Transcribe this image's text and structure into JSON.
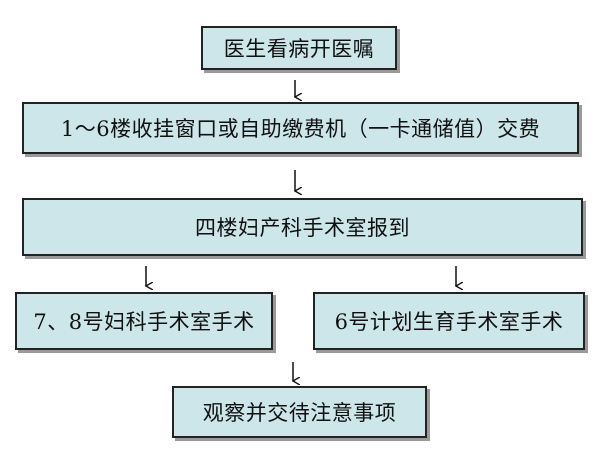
{
  "flowchart": {
    "steps": {
      "doctor_orders": "医生看病开医嘱",
      "payment": "1～6楼收挂窗口或自助缴费机（一卡通储值）交费",
      "checkin": "四楼妇产科手术室报到",
      "gyn_surgery": "7、8号妇科手术室手术",
      "family_planning_surgery": "6号计划生育手术室手术",
      "observation": "观察并交待注意事项"
    }
  }
}
